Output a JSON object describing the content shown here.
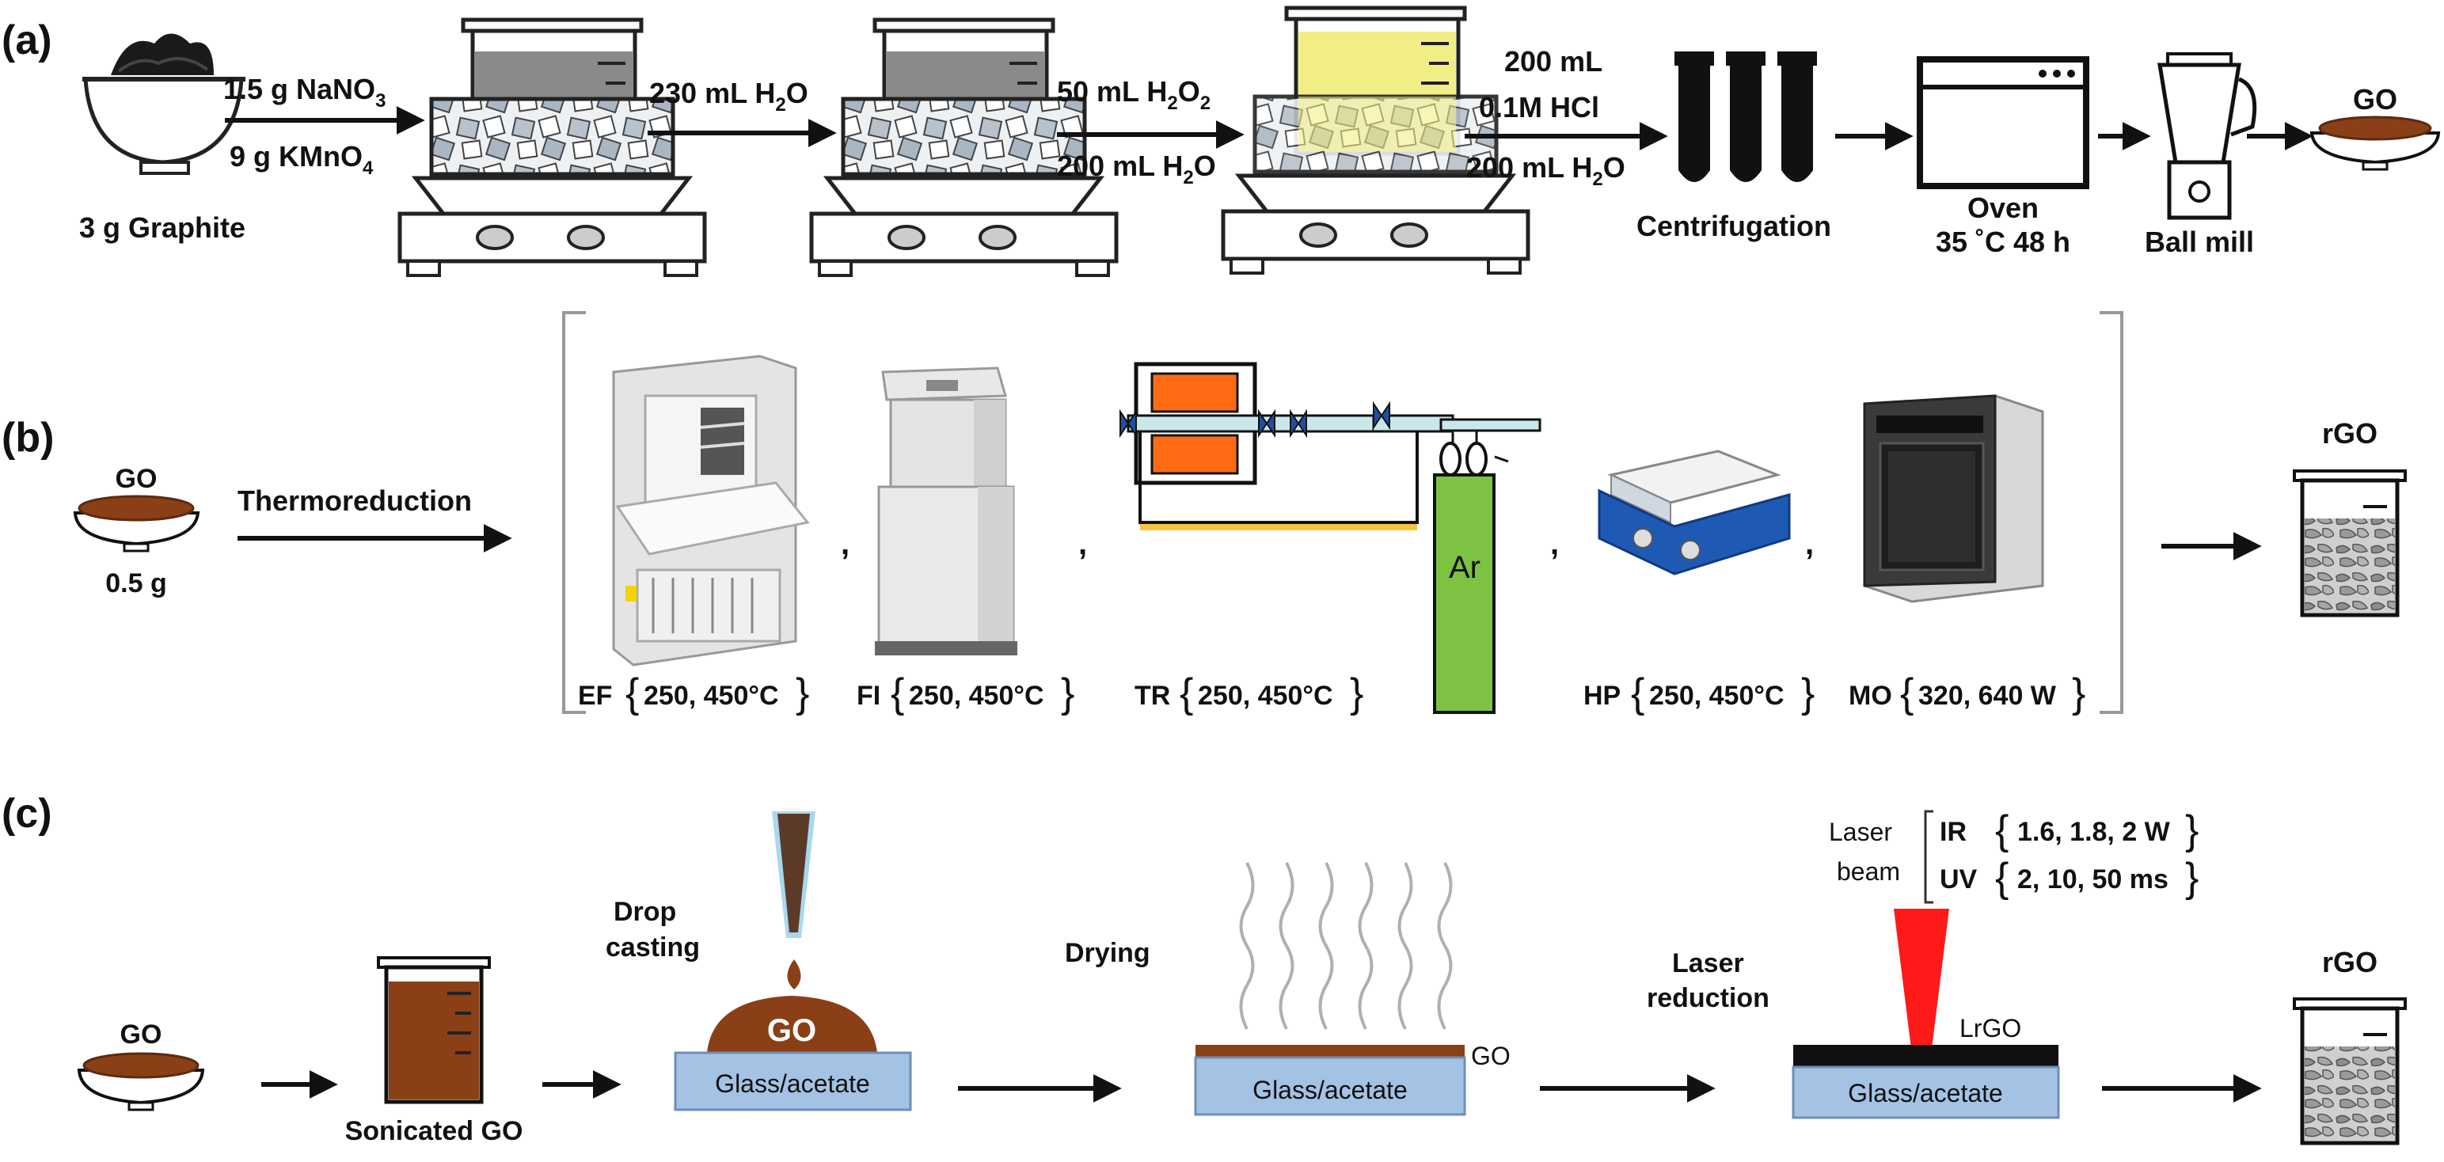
{
  "panels": {
    "a": {
      "label": "(a)",
      "graphite": "3 g Graphite",
      "r1_line1_pre": "1.5 g NaNO",
      "r1_line1_sub": "3",
      "r1_line2_pre": "9 g KMnO",
      "r1_line2_sub": "4",
      "water_pre": "230 mL H",
      "water_sub": "2",
      "water_post": "O",
      "h2o2_pre": "50 mL H",
      "h2o2_sub1": "2",
      "h2o2_mid": "O",
      "h2o2_sub2": "2",
      "h2o_pre": "200 mL H",
      "h2o_sub": "2",
      "h2o_post": "O",
      "hcl_line1": "200 mL",
      "hcl_line2": "0.1M HCl",
      "hcl_line3_pre": "200 mL H",
      "hcl_line3_sub": "2",
      "hcl_line3_post": "O",
      "centrifugation": "Centrifugation",
      "oven": "Oven",
      "oven_cond": "35 ˚C 48 h",
      "ball_mill": "Ball mill",
      "go": "GO"
    },
    "b": {
      "label": "(b)",
      "go": "GO",
      "mass": "0.5 g",
      "process": "Thermoreduction",
      "argon": "Ar",
      "comma": ",",
      "methods": [
        {
          "code": "EF",
          "cond": "250, 450°C"
        },
        {
          "code": "FI",
          "cond": "250, 450°C"
        },
        {
          "code": "TR",
          "cond": "250, 450°C"
        },
        {
          "code": "HP",
          "cond": "250, 450°C"
        },
        {
          "code": "MO",
          "cond": "320, 640 W"
        }
      ],
      "rgo": "rGO"
    },
    "c": {
      "label": "(c)",
      "go": "GO",
      "sonicated": "Sonicated GO",
      "drop1": "Drop",
      "drop2": "casting",
      "drop_go": "GO",
      "substrate": "Glass/acetate",
      "drying": "Drying",
      "dried_go": "GO",
      "laser_red1": "Laser",
      "laser_red2": "reduction",
      "laser_beam1": "Laser",
      "laser_beam2": "beam",
      "ir": "IR",
      "ir_cond": "1.6, 1.8, 2 W",
      "uv": "UV",
      "uv_cond": "2, 10, 50 ms",
      "lrgo": "LrGO",
      "rgo": "rGO"
    }
  },
  "colors": {
    "go_brown": "#8a3f16",
    "go_dark": "#5c2a10",
    "yellow": "#f2ee86",
    "substrate": "#a4c2e4",
    "orange": "#ff6a13",
    "green": "#7dc242",
    "laser_red": "#ff1a1a"
  }
}
